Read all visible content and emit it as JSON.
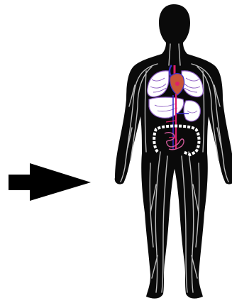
{
  "diagram": {
    "arrow": {
      "icon": "arrow-right-icon",
      "direction": "right"
    },
    "figure": {
      "icon": "human-anatomy-icon",
      "organs": [
        {
          "name": "heart",
          "icon": "heart-icon"
        },
        {
          "name": "left-lung",
          "icon": "lung-icon"
        },
        {
          "name": "right-lung",
          "icon": "lung-icon"
        },
        {
          "name": "liver",
          "icon": "liver-icon"
        },
        {
          "name": "stomach",
          "icon": "stomach-icon"
        },
        {
          "name": "small-intestine",
          "icon": "intestine-icon"
        },
        {
          "name": "large-intestine",
          "icon": "colon-icon"
        }
      ]
    }
  },
  "colors": {
    "body": "#0a0a0a",
    "vessels": "#bdbdbd",
    "organ_fill": "#ffffff",
    "organ_line": "#8a58c0",
    "artery": "#e0206a",
    "vein": "#3a2cc8",
    "heart": "#c8553a",
    "arrow": "#000000"
  }
}
